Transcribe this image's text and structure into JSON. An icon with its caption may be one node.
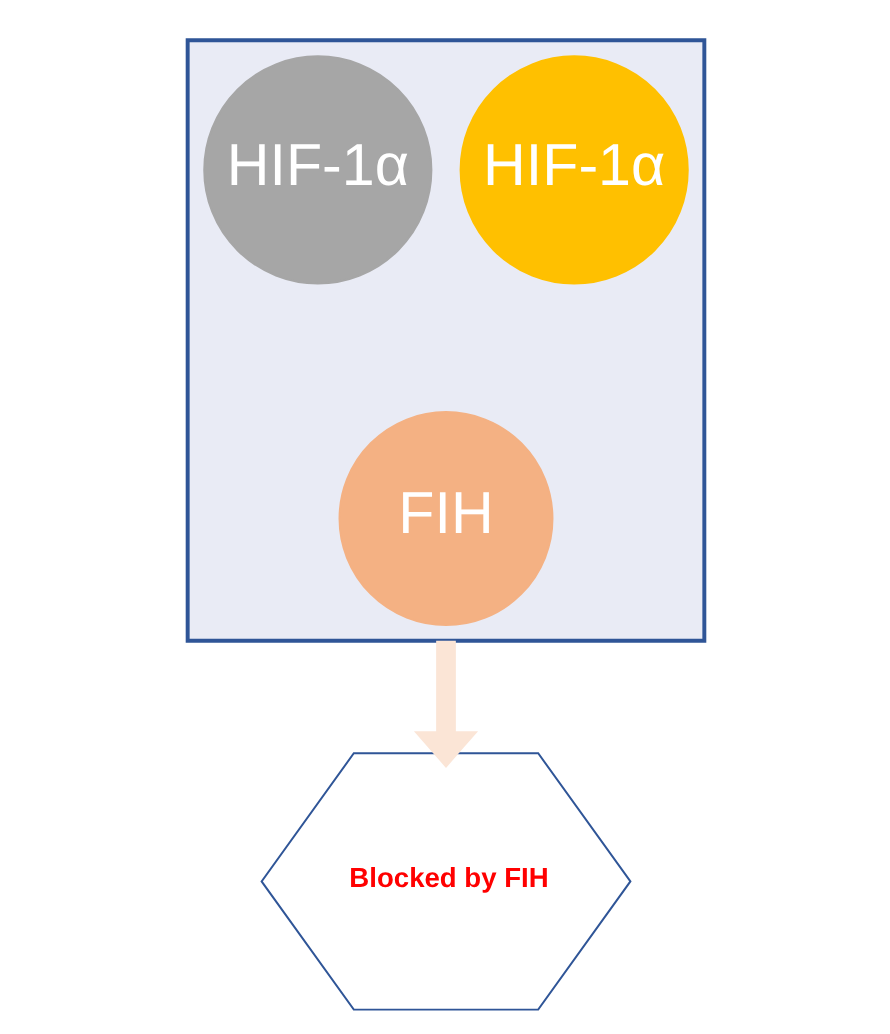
{
  "diagram": {
    "nodes": [
      {
        "text": [],
        "shape": "funnel"
      },
      {
        "text": [
          "HIF-1α"
        ],
        "in": 0
      },
      {
        "text": [
          "HIF-1α"
        ],
        "in": 0
      },
      {
        "text": [
          "FIH"
        ],
        "in": 0
      },
      {
        "text": [
          "Blocked by FIH"
        ]
      }
    ],
    "edges": [
      {
        "from": 0,
        "to": 4,
        "arrow": "to",
        "color": "#fbe5d6"
      }
    ]
  }
}
